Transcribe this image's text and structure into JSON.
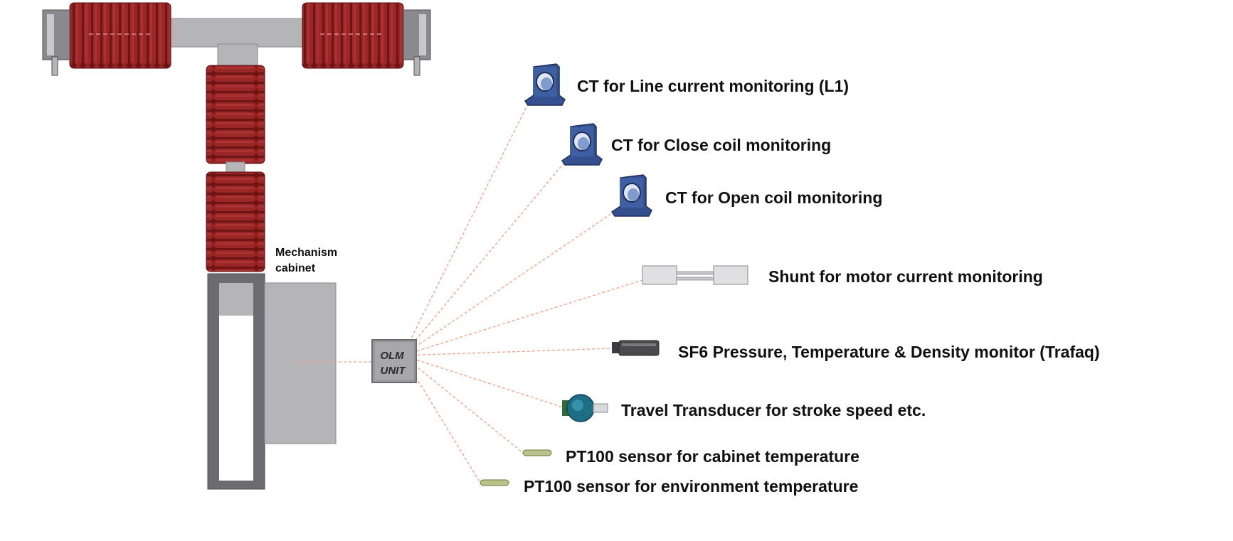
{
  "cabinet": {
    "label_line1": "Mechanism",
    "label_line2": "cabinet"
  },
  "olm_unit": {
    "line1": "OLM",
    "line2": "UNIT"
  },
  "sensors": [
    {
      "label": "CT for Line current monitoring (L1)",
      "icon": "current-transformer-icon"
    },
    {
      "label": "CT for Close coil monitoring",
      "icon": "current-transformer-icon"
    },
    {
      "label": "CT for Open coil monitoring",
      "icon": "current-transformer-icon"
    },
    {
      "label": "Shunt for motor current monitoring",
      "icon": "shunt-icon"
    },
    {
      "label": "SF6 Pressure, Temperature & Density monitor (Trafaq)",
      "icon": "sf6-monitor-icon"
    },
    {
      "label": "Travel Transducer for stroke speed etc.",
      "icon": "travel-transducer-icon"
    },
    {
      "label": "PT100 sensor for cabinet temperature",
      "icon": "pt100-sensor-icon"
    },
    {
      "label": "PT100 sensor for environment temperature",
      "icon": "pt100-sensor-icon"
    }
  ],
  "colors": {
    "insulator": "#8c1f1f",
    "metal": "#b5b5b8",
    "frame": "#6b6b70",
    "ct_blue": "#34508f",
    "wire": "#f4a48a"
  }
}
